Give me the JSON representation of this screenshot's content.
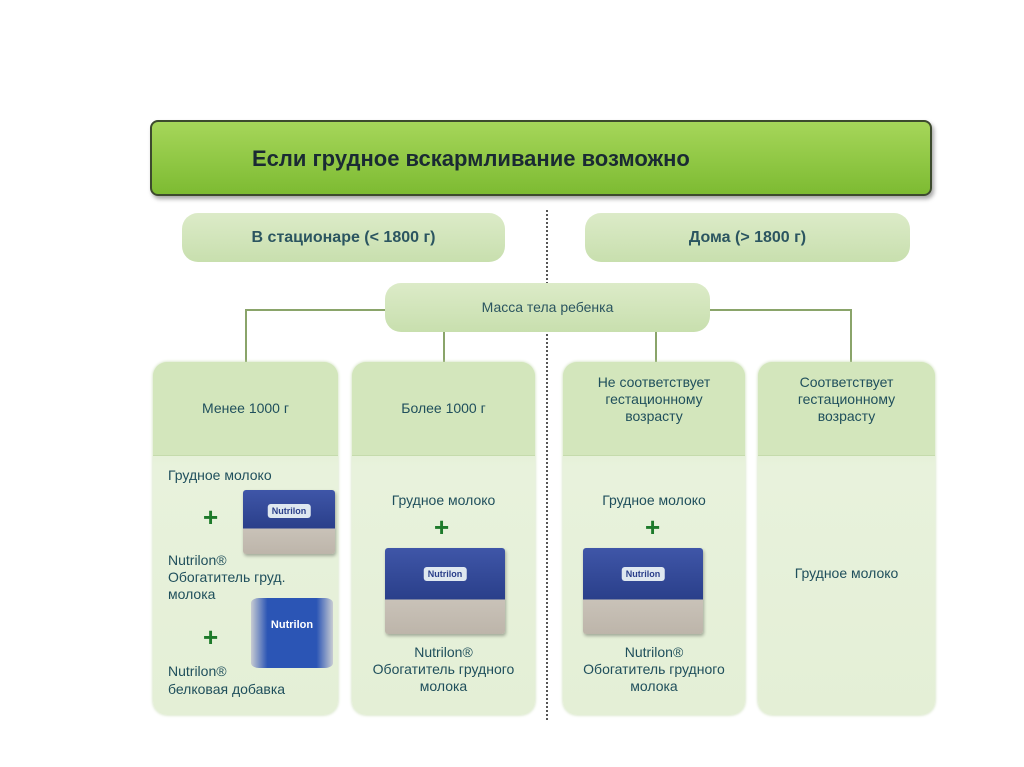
{
  "title": "Если грудное вскармливание возможно",
  "branches": {
    "hospital": "В стационаре (< 1800 г)",
    "home": "Дома (> 1800 г)"
  },
  "center": "Масса тела ребенка",
  "boxes": [
    {
      "header": "Менее 1000 г",
      "lines": [
        "Грудное молоко",
        "+",
        "Nutrilon®",
        "Обогатитель груд. молока",
        "+",
        "Nutrilon®",
        "белковая добавка"
      ]
    },
    {
      "header": "Более 1000 г",
      "lines": [
        "Грудное молоко",
        "+",
        "Nutrilon®",
        "Обогатитель грудного молока"
      ]
    },
    {
      "header": "Не соответствует гестационному возрасту",
      "lines": [
        "Грудное молоко",
        "+",
        "Nutrilon®",
        "Обогатитель грудного молока"
      ]
    },
    {
      "header": "Соответствует гестационному возрасту",
      "lines": [
        "Грудное молоко"
      ]
    }
  ],
  "product_logo": "Nutrilon",
  "colors": {
    "header": "#8dc63f",
    "pill": "#d3e6bc",
    "text": "#1f4f5c",
    "plus": "#1d7a2a"
  }
}
